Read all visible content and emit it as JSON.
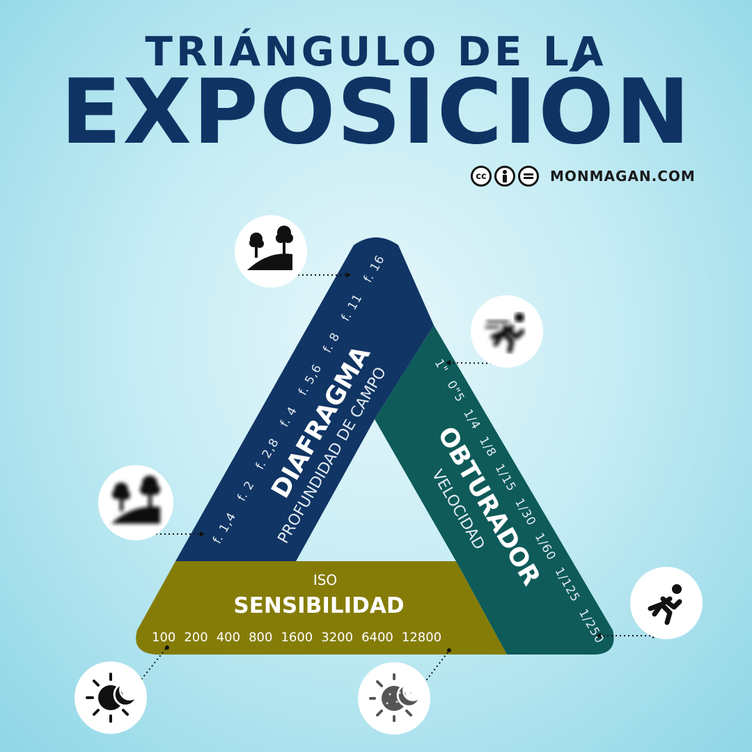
{
  "title": {
    "line1": "TRIÁNGULO DE LA",
    "line2": "EXPOSICIÓN"
  },
  "credit": {
    "site": "MONMAGAN.COM",
    "license_icons": [
      "cc-icon",
      "by-icon",
      "nd-icon"
    ]
  },
  "diafragma": {
    "name": "DIAFRAGMA",
    "subtitle": "PROFUNDIDAD DE CAMPO",
    "color": "#113564",
    "values": [
      "f. 1,4",
      "f. 2",
      "f. 2,8",
      "f. 4",
      "f. 5,6",
      "f. 8",
      "f. 11",
      "f. 16"
    ],
    "icon_top": "landscape-sharp-icon",
    "icon_bottom": "landscape-blurred-icon"
  },
  "obturador": {
    "name": "OBTURADOR",
    "subtitle": "VELOCIDAD",
    "color": "#0e5b5a",
    "values": [
      "1\"",
      "0\"5",
      "1/4",
      "1/8",
      "1/15",
      "1/30",
      "1/60",
      "1/125",
      "1/250"
    ],
    "icon_top": "runner-blurred-icon",
    "icon_bottom": "runner-sharp-icon"
  },
  "iso": {
    "label": "ISO",
    "name": "SENSIBILIDAD",
    "color": "#857c08",
    "values": [
      "100",
      "200",
      "400",
      "800",
      "1600",
      "3200",
      "6400",
      "12800"
    ],
    "icon_left": "day-night-clean-icon",
    "icon_right": "day-night-noisy-icon"
  }
}
